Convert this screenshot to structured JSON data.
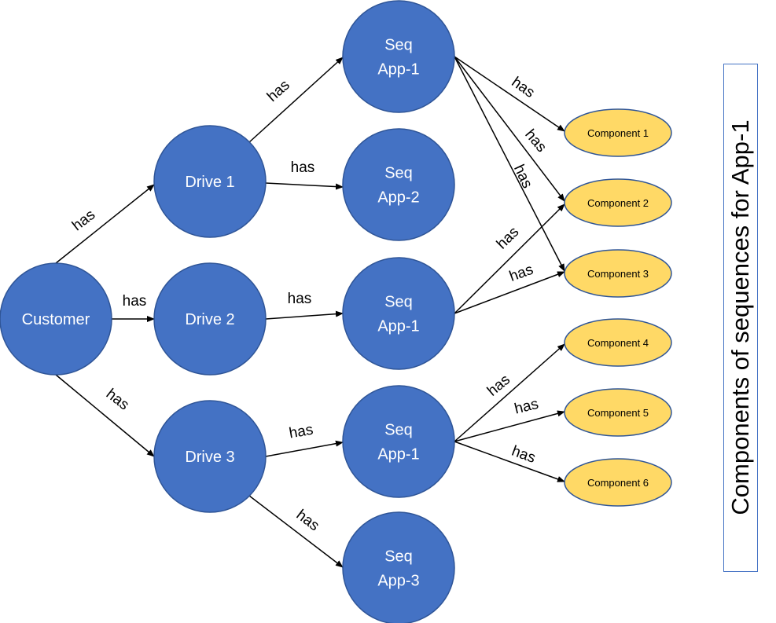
{
  "title": "Components of sequences for App-1",
  "edge_label": "has",
  "nodes": {
    "customer": "Customer",
    "drive1": "Drive 1",
    "drive2": "Drive 2",
    "drive3": "Drive 3",
    "seq_d1_app1": [
      "Seq",
      "App-1"
    ],
    "seq_d1_app2": [
      "Seq",
      "App-2"
    ],
    "seq_d2_app1": [
      "Seq",
      "App-1"
    ],
    "seq_d3_app1": [
      "Seq",
      "App-1"
    ],
    "seq_d3_app3": [
      "Seq",
      "App-3"
    ],
    "comp1": "Component 1",
    "comp2": "Component 2",
    "comp3": "Component 3",
    "comp4": "Component 4",
    "comp5": "Component 5",
    "comp6": "Component 6"
  },
  "edges": [
    {
      "from": "customer",
      "to": "drive1",
      "label": "has"
    },
    {
      "from": "customer",
      "to": "drive2",
      "label": "has"
    },
    {
      "from": "customer",
      "to": "drive3",
      "label": "has"
    },
    {
      "from": "drive1",
      "to": "seq_d1_app1",
      "label": "has"
    },
    {
      "from": "drive1",
      "to": "seq_d1_app2",
      "label": "has"
    },
    {
      "from": "drive2",
      "to": "seq_d2_app1",
      "label": "has"
    },
    {
      "from": "drive3",
      "to": "seq_d3_app1",
      "label": "has"
    },
    {
      "from": "drive3",
      "to": "seq_d3_app3",
      "label": "has"
    },
    {
      "from": "seq_d1_app1",
      "to": "comp1",
      "label": "has"
    },
    {
      "from": "seq_d1_app1",
      "to": "comp2",
      "label": "has"
    },
    {
      "from": "seq_d1_app1",
      "to": "comp3",
      "label": "has"
    },
    {
      "from": "seq_d2_app1",
      "to": "comp2",
      "label": "has"
    },
    {
      "from": "seq_d2_app1",
      "to": "comp3",
      "label": "has"
    },
    {
      "from": "seq_d3_app1",
      "to": "comp4",
      "label": "has"
    },
    {
      "from": "seq_d3_app1",
      "to": "comp5",
      "label": "has"
    },
    {
      "from": "seq_d3_app1",
      "to": "comp6",
      "label": "has"
    }
  ],
  "colors": {
    "node_fill": "#4472C4",
    "component_fill": "#FFD966",
    "outline": "#2F5597"
  }
}
